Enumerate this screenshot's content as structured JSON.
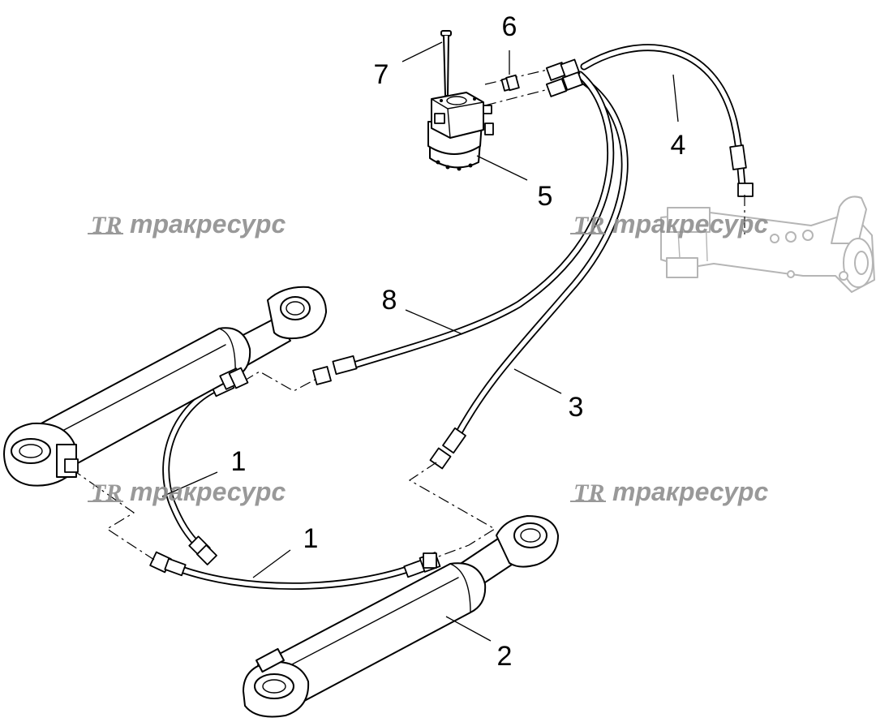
{
  "watermark": {
    "logo": "TR",
    "text": "тракресурс"
  },
  "callouts": {
    "c1a": "1",
    "c1b": "1",
    "c2": "2",
    "c3": "3",
    "c4": "4",
    "c5": "5",
    "c6": "6",
    "c7": "7",
    "c8": "8"
  }
}
